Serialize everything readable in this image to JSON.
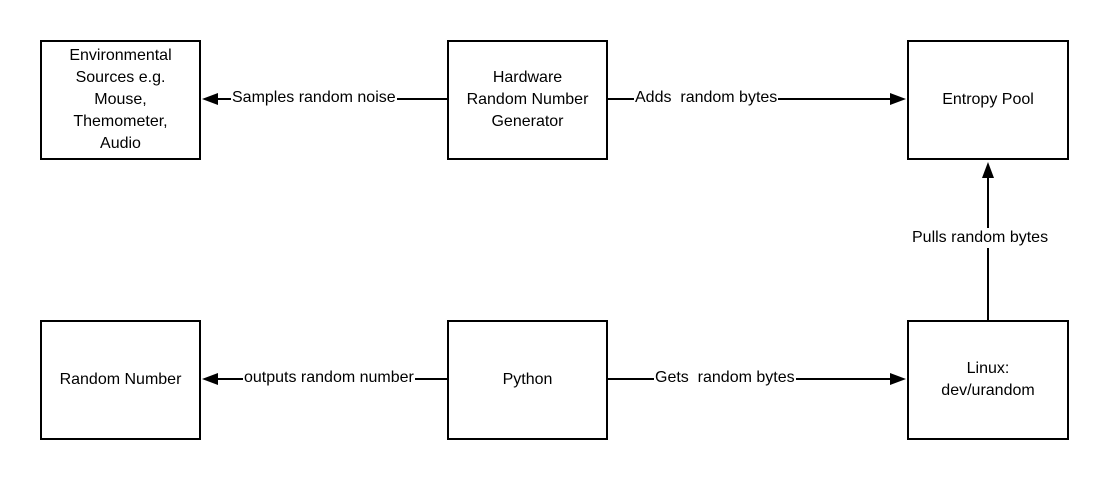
{
  "nodes": {
    "env_sources": {
      "lines": [
        "Environmental",
        "Sources e.g.",
        "Mouse,",
        "Themometer,",
        "Audio"
      ]
    },
    "hw_rng": {
      "lines": [
        "Hardware",
        "Random Number",
        "Generator"
      ]
    },
    "entropy_pool": {
      "lines": [
        "Entropy Pool"
      ]
    },
    "random_number": {
      "lines": [
        "Random Number"
      ]
    },
    "python": {
      "lines": [
        "Python"
      ]
    },
    "linux_urandom": {
      "lines": [
        "Linux:",
        "dev/urandom"
      ]
    }
  },
  "edges": {
    "samples": "Samples random noise",
    "adds": "Adds  random bytes",
    "pulls": "Pulls random bytes",
    "outputs": "outputs random number",
    "gets": "Gets  random bytes"
  },
  "colors": {
    "stroke": "#000000",
    "background": "#ffffff"
  }
}
